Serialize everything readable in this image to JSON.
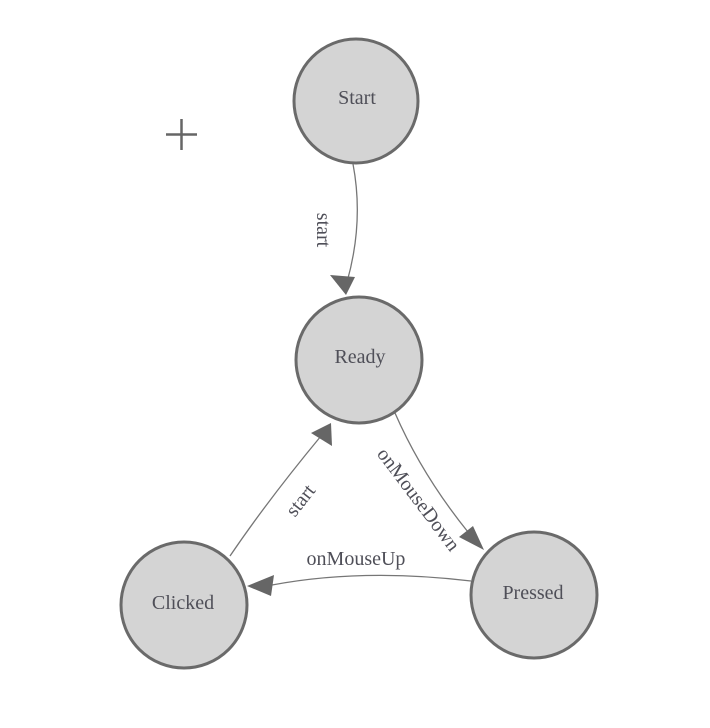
{
  "colors": {
    "background": "#ffffff",
    "node_fill": "#d4d4d4",
    "node_stroke": "#6a6a6a",
    "edge_stroke": "#767676",
    "arrow_fill": "#666666",
    "label_text": "#4f4f58",
    "plus_icon_color": "#666666"
  },
  "toolbar": {
    "add_button_icon": "plus-icon"
  },
  "diagram": {
    "type": "state-machine",
    "nodes": [
      {
        "id": "start",
        "label": "Start"
      },
      {
        "id": "ready",
        "label": "Ready"
      },
      {
        "id": "clicked",
        "label": "Clicked"
      },
      {
        "id": "pressed",
        "label": "Pressed"
      }
    ],
    "edges": [
      {
        "from": "start",
        "to": "ready",
        "label": "start"
      },
      {
        "from": "clicked",
        "to": "ready",
        "label": "start"
      },
      {
        "from": "ready",
        "to": "pressed",
        "label": "onMouseDown"
      },
      {
        "from": "pressed",
        "to": "clicked",
        "label": "onMouseUp"
      }
    ]
  }
}
